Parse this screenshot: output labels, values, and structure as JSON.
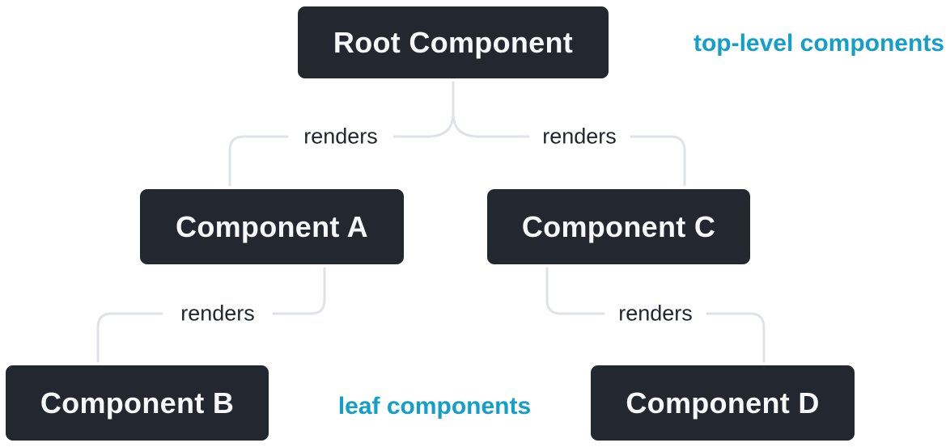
{
  "diagram": {
    "nodes": {
      "root": {
        "label": "Root Component"
      },
      "component_a": {
        "label": "Component A"
      },
      "component_b": {
        "label": "Component B"
      },
      "component_c": {
        "label": "Component C"
      },
      "component_d": {
        "label": "Component D"
      }
    },
    "edges": {
      "label": "renders"
    },
    "annotations": {
      "top_level": "top-level components",
      "leaf": "leaf components"
    },
    "colors": {
      "node_fill": "#23272f",
      "node_border": "#ffffff",
      "node_text": "#f6f7f9",
      "edge_line": "#dfe2e6",
      "edge_label_text": "#23272f",
      "annotation_blue": "#149eca",
      "background": "#ffffff"
    }
  }
}
